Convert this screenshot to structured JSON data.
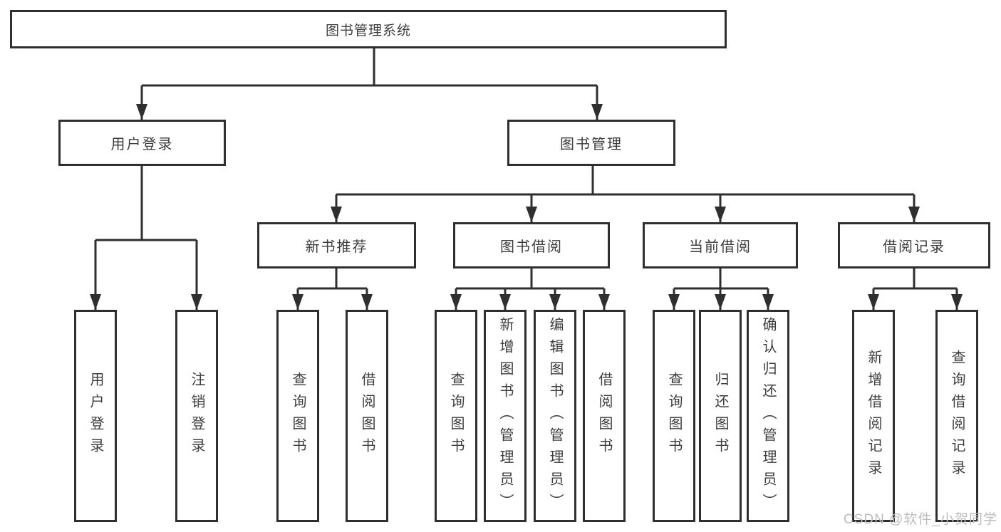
{
  "colors": {
    "line": "#2f2f2f",
    "text": "#3d3d3d",
    "watermark": "#bcbcbc",
    "background": "#ffffff"
  },
  "watermark": "CSDN @软件_小贺同学",
  "tree": {
    "root": {
      "label": "图书管理系统"
    },
    "branches": [
      {
        "label": "用户登录",
        "children": [
          {
            "label": "用户登录"
          },
          {
            "label": "注销登录"
          }
        ]
      },
      {
        "label": "图书管理",
        "children": [
          {
            "label": "新书推荐",
            "children": [
              {
                "label": "查询图书"
              },
              {
                "label": "借阅图书"
              }
            ]
          },
          {
            "label": "图书借阅",
            "children": [
              {
                "label": "查询图书"
              },
              {
                "label": "新增图书（管理员）"
              },
              {
                "label": "编辑图书（管理员）"
              },
              {
                "label": "借阅图书"
              }
            ]
          },
          {
            "label": "当前借阅",
            "children": [
              {
                "label": "查询图书"
              },
              {
                "label": "归还图书"
              },
              {
                "label": "确认归还（管理员）"
              }
            ]
          },
          {
            "label": "借阅记录",
            "children": [
              {
                "label": "新增借阅记录"
              },
              {
                "label": "查询借阅记录"
              }
            ]
          }
        ]
      }
    ]
  }
}
